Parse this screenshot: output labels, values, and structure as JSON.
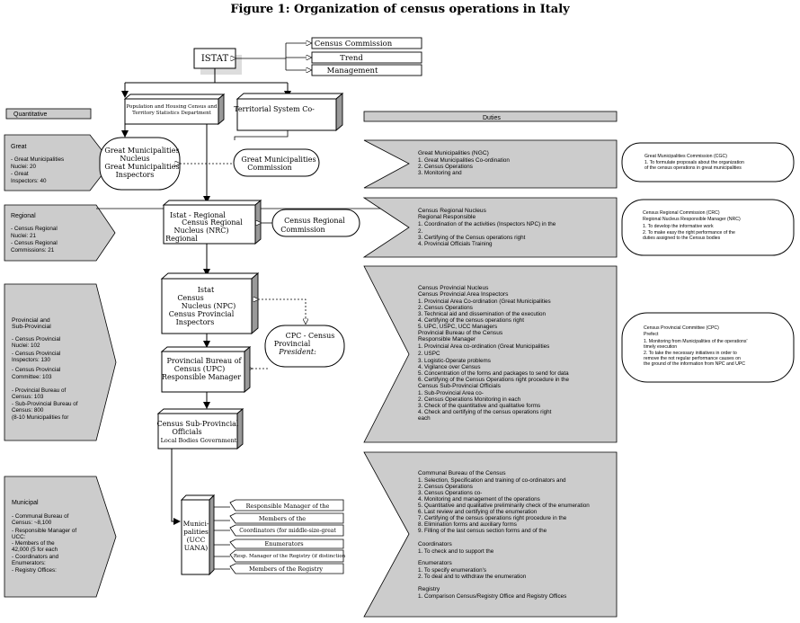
{
  "title": "Figure 1: Organization of census operations in Italy",
  "istat": "ISTAT",
  "top_right": [
    "Census Commission",
    "Trend",
    "Management"
  ],
  "population_dept": [
    "Population and Housing Census and",
    "Territory Statistics Department"
  ],
  "territorial": "Territorial System Co-",
  "headers": {
    "quantitative": "Quantitative",
    "duties": "Duties"
  },
  "levels": {
    "great": {
      "title": "Great",
      "lines": [
        "- Great Municipalities",
        "  Nuclei: 20",
        "- Great",
        "  Inspectors: 40"
      ]
    },
    "regional": {
      "title": "Regional",
      "lines": [
        "- Census Regional",
        "  Nuclei: 21",
        "- Census Regional",
        "  Commissions: 21"
      ]
    },
    "provincial": {
      "title": "Provincial and",
      "title2": "Sub-Provincial",
      "lines": [
        "- Census Provincial",
        "  Nuclei: 102",
        "- Census Provincial",
        "  Inspectors: 130",
        "- Census Provincial",
        "  Committee: 103",
        "- Provincial Bureau of",
        "  Census: 103",
        "- Sub-Provincial Bureau of",
        "  Census: 800",
        "  (8-10 Municipalities for"
      ]
    },
    "municipal": {
      "title": "Municipal",
      "lines": [
        "- Communal Bureau of",
        "  Census: ~8,100",
        "- Responsible Manager of",
        "  UCC:",
        "- Members of the",
        "  42,000 (5 for each",
        "- Coordinators and",
        "  Enumerators:",
        "- Registry Offices:"
      ]
    }
  },
  "nodes": {
    "great_muni": [
      "Great Municipalities",
      "Nucleus",
      "Great Municipalities",
      "Inspectors"
    ],
    "great_comm": [
      "Great Municipalities",
      "Commission"
    ],
    "istat_regional": [
      "Istat - Regional",
      "Census Regional",
      "Nucleus (NRC)",
      "Regional"
    ],
    "census_regional_comm": [
      "Census Regional",
      "Commission"
    ],
    "istat_prov": [
      "Istat",
      "Census",
      "Nucleus (NPC)",
      "Census Provincial",
      "Inspectors"
    ],
    "cpc": [
      "CPC - Census",
      "Provincial",
      "President:"
    ],
    "upc": [
      "Provincial Bureau of",
      "Census (UPC)",
      "Responsible Manager"
    ],
    "sub_prov": [
      "Census Sub-Provincial",
      "Officials",
      "Local Bodies Government"
    ],
    "municipalities": [
      "Munici-",
      "palities",
      "(UCC",
      "UANA)"
    ],
    "muni_items": [
      "Responsible Manager of the",
      "Members of the",
      "Coordinators (for middle-size-great",
      "Enumerators",
      "Resp. Manager of the Registry (if distinction",
      "Members of the Registry"
    ]
  },
  "duties": {
    "great": {
      "title": "Great Municipalities (NGC)",
      "lines": [
        "1. Great Municipalities Co-ordination",
        "2. Census Operations",
        "3. Monitoring and"
      ]
    },
    "regional": {
      "title": "Census Regional Nucleus",
      "subtitle": "Regional Responsible",
      "lines": [
        "1. Coordination of the activities (Inspectors NPC) in the",
        "2.",
        "3. Certifying of the Census operations right",
        "4. Provincial Officials Training"
      ]
    },
    "provincial": {
      "title": "Census Provincial Nucleus",
      "subtitle": "Census Provincial Area Inspectors",
      "lines": [
        "1. Provincial Area Co-ordination (Great Municipalities",
        "2. Census Operations",
        "3. Technical aid and dissemination of the execution",
        "4. Certifying of the census operations right",
        "5. UPC, USPC, UCC Managers"
      ],
      "sub2": "Provincial Bureau of the Census",
      "sub2b": "Responsible Manager",
      "lines2": [
        "1. Provincial Area co-ordination (Great Municipalities",
        "2. USPC",
        "3. Logistic-Operate problems",
        "4. Vigilance over Census",
        "5. Concentration of the forms and packages to send for data",
        "6. Certifying of the Census Operations right procedure in the"
      ],
      "sub3": "Census Sub-Provincial Officials",
      "lines3": [
        "1. Sub-Provincial Area co-",
        "2. Census Operations Monitoring in each",
        "3. Check of the quantitative and qualitative forms",
        "4. Check and certifying of the census operations right",
        "   each"
      ]
    },
    "municipal": {
      "title": "Communal Bureau of the Census",
      "lines": [
        "1. Selection, Specification and training of co-ordinators and",
        "2. Census Operations",
        "3. Census Operations co-",
        "4. Monitoring and management of the operations",
        "5. Quantitative and qualitative preliminarily check of the enumeration",
        "6. Last review and certifying of the enumeration",
        "7. Certifying of the census operations right procedure in the",
        "8. Elimination forms and auxiliary forms",
        "9. Filling of the last census section forms and of the"
      ],
      "coord_title": "Coordinators",
      "coord_lines": [
        "1. To check and to support the"
      ],
      "enum_title": "Enumerators",
      "enum_lines": [
        "1. To specify enumeration's",
        "2. To deal and to withdraw the enumeration"
      ],
      "reg_title": "Registry",
      "reg_lines": [
        "1. Comparison Census/Registry Office and Registry Offices"
      ]
    }
  },
  "notes": {
    "cgc": {
      "title": "Great Municipalities Commission (CGC)",
      "lines": [
        "1. To formulate proposals about the organization",
        "   of the census operations in great municipalities"
      ]
    },
    "crc": {
      "title": "Census Regional Commission (CRC)",
      "subtitle": "Regional Nucleus Responsible Manager (NRC)",
      "lines": [
        "1. To develop the informative work",
        "2. To make easy the right performance of the",
        "   duties assigned to the Census bodies"
      ]
    },
    "cpc": {
      "title": "Census Provincial Committee (CPC)",
      "subtitle": "Prefect",
      "lines": [
        "1. Monitoring from Municipalities of the operations'",
        "   timely execution",
        "2. To take the necessary initiatives in order to",
        "   remove the not regular performance causes on",
        "   the ground of the information from NPC and UPC"
      ]
    }
  }
}
